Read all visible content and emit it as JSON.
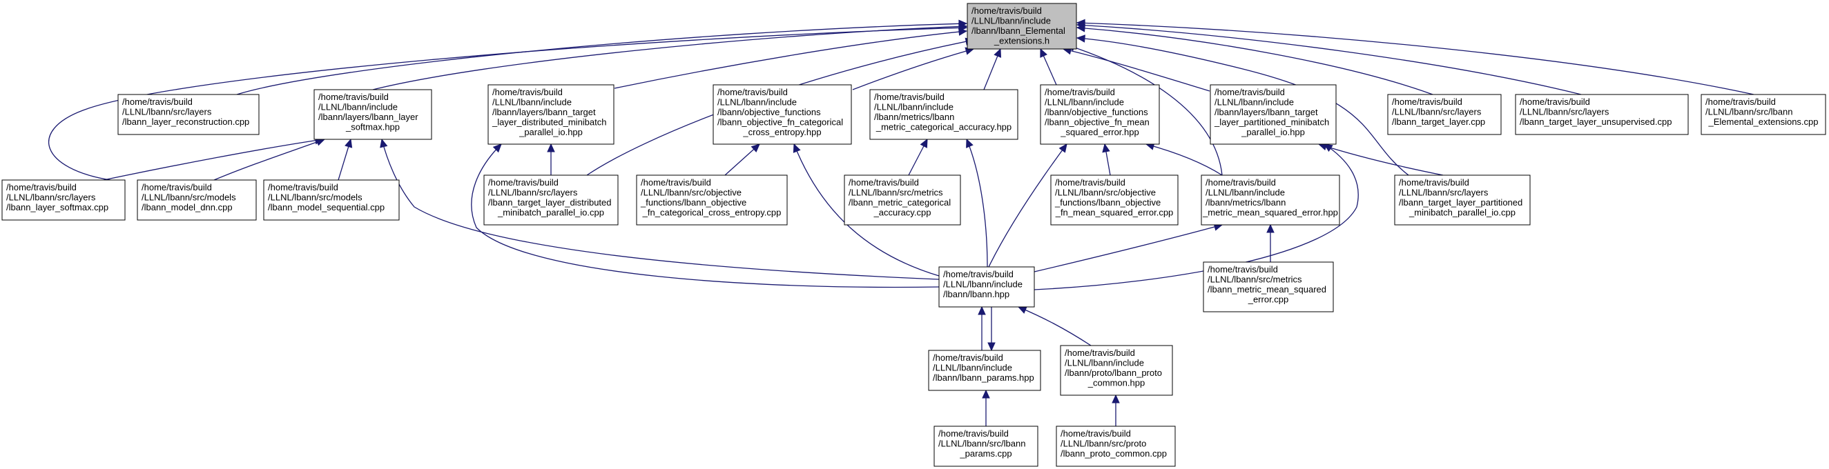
{
  "colors": {
    "edge": "#191970",
    "root_fill": "#bfbfbf",
    "node_fill": "#ffffff",
    "node_border": "#000000"
  },
  "nodes": [
    {
      "id": "root",
      "lines": [
        "/home/travis/build",
        "/LLNL/lbann/include",
        "/lbann/lbann_Elemental",
        "_extensions.h"
      ]
    },
    {
      "id": "layer_reconstruction_cpp",
      "lines": [
        "/home/travis/build",
        "/LLNL/lbann/src/layers",
        "/lbann_layer_reconstruction.cpp"
      ]
    },
    {
      "id": "layer_softmax_hpp",
      "lines": [
        "/home/travis/build",
        "/LLNL/lbann/include",
        "/lbann/layers/lbann_layer",
        "_softmax.hpp"
      ]
    },
    {
      "id": "target_layer_distributed_minibatch_parallel_io_hpp",
      "lines": [
        "/home/travis/build",
        "/LLNL/lbann/include",
        "/lbann/layers/lbann_target",
        "_layer_distributed_minibatch",
        "_parallel_io.hpp"
      ]
    },
    {
      "id": "objective_fn_categorical_cross_entropy_hpp",
      "lines": [
        "/home/travis/build",
        "/LLNL/lbann/include",
        "/lbann/objective_functions",
        "/lbann_objective_fn_categorical",
        "_cross_entropy.hpp"
      ]
    },
    {
      "id": "metric_categorical_accuracy_hpp",
      "lines": [
        "/home/travis/build",
        "/LLNL/lbann/include",
        "/lbann/metrics/lbann",
        "_metric_categorical_accuracy.hpp"
      ]
    },
    {
      "id": "objective_fn_mean_squared_error_hpp",
      "lines": [
        "/home/travis/build",
        "/LLNL/lbann/include",
        "/lbann/objective_functions",
        "/lbann_objective_fn_mean",
        "_squared_error.hpp"
      ]
    },
    {
      "id": "target_layer_partitioned_minibatch_parallel_io_hpp",
      "lines": [
        "/home/travis/build",
        "/LLNL/lbann/include",
        "/lbann/layers/lbann_target",
        "_layer_partitioned_minibatch",
        "_parallel_io.hpp"
      ]
    },
    {
      "id": "target_layer_cpp",
      "lines": [
        "/home/travis/build",
        "/LLNL/lbann/src/layers",
        "/lbann_target_layer.cpp"
      ]
    },
    {
      "id": "target_layer_unsupervised_cpp",
      "lines": [
        "/home/travis/build",
        "/LLNL/lbann/src/layers",
        "/lbann_target_layer_unsupervised.cpp"
      ]
    },
    {
      "id": "elemental_extensions_cpp",
      "lines": [
        "/home/travis/build",
        "/LLNL/lbann/src/lbann",
        "_Elemental_extensions.cpp"
      ]
    },
    {
      "id": "layer_softmax_cpp",
      "lines": [
        "/home/travis/build",
        "/LLNL/lbann/src/layers",
        "/lbann_layer_softmax.cpp"
      ]
    },
    {
      "id": "model_dnn_cpp",
      "lines": [
        "/home/travis/build",
        "/LLNL/lbann/src/models",
        "/lbann_model_dnn.cpp"
      ]
    },
    {
      "id": "model_sequential_cpp",
      "lines": [
        "/home/travis/build",
        "/LLNL/lbann/src/models",
        "/lbann_model_sequential.cpp"
      ]
    },
    {
      "id": "target_layer_distributed_minibatch_parallel_io_cpp",
      "lines": [
        "/home/travis/build",
        "/LLNL/lbann/src/layers",
        "/lbann_target_layer_distributed",
        "_minibatch_parallel_io.cpp"
      ]
    },
    {
      "id": "objective_fn_categorical_cross_entropy_cpp",
      "lines": [
        "/home/travis/build",
        "/LLNL/lbann/src/objective",
        "_functions/lbann_objective",
        "_fn_categorical_cross_entropy.cpp"
      ]
    },
    {
      "id": "metric_categorical_accuracy_cpp",
      "lines": [
        "/home/travis/build",
        "/LLNL/lbann/src/metrics",
        "/lbann_metric_categorical",
        "_accuracy.cpp"
      ]
    },
    {
      "id": "objective_fn_mean_squared_error_cpp",
      "lines": [
        "/home/travis/build",
        "/LLNL/lbann/src/objective",
        "_functions/lbann_objective",
        "_fn_mean_squared_error.cpp"
      ]
    },
    {
      "id": "metric_mean_squared_error_hpp",
      "lines": [
        "/home/travis/build",
        "/LLNL/lbann/include",
        "/lbann/metrics/lbann",
        "_metric_mean_squared_error.hpp"
      ]
    },
    {
      "id": "target_layer_partitioned_minibatch_parallel_io_cpp",
      "lines": [
        "/home/travis/build",
        "/LLNL/lbann/src/layers",
        "/lbann_target_layer_partitioned",
        "_minibatch_parallel_io.cpp"
      ]
    },
    {
      "id": "lbann_hpp",
      "lines": [
        "/home/travis/build",
        "/LLNL/lbann/include",
        "/lbann/lbann.hpp"
      ]
    },
    {
      "id": "metric_mean_squared_error_cpp",
      "lines": [
        "/home/travis/build",
        "/LLNL/lbann/src/metrics",
        "/lbann_metric_mean_squared",
        "_error.cpp"
      ]
    },
    {
      "id": "lbann_params_hpp",
      "lines": [
        "/home/travis/build",
        "/LLNL/lbann/include",
        "/lbann/lbann_params.hpp"
      ]
    },
    {
      "id": "lbann_proto_common_hpp",
      "lines": [
        "/home/travis/build",
        "/LLNL/lbann/include",
        "/lbann/proto/lbann_proto",
        "_common.hpp"
      ]
    },
    {
      "id": "lbann_params_cpp",
      "lines": [
        "/home/travis/build",
        "/LLNL/lbann/src/lbann",
        "_params.cpp"
      ]
    },
    {
      "id": "lbann_proto_common_cpp",
      "lines": [
        "/home/travis/build",
        "/LLNL/lbann/src/proto",
        "/lbann_proto_common.cpp"
      ]
    }
  ],
  "edges": [
    {
      "from": "layer_reconstruction_cpp",
      "to": "root"
    },
    {
      "from": "layer_softmax_hpp",
      "to": "root"
    },
    {
      "from": "target_layer_distributed_minibatch_parallel_io_hpp",
      "to": "root"
    },
    {
      "from": "objective_fn_categorical_cross_entropy_hpp",
      "to": "root"
    },
    {
      "from": "metric_categorical_accuracy_hpp",
      "to": "root"
    },
    {
      "from": "objective_fn_mean_squared_error_hpp",
      "to": "root"
    },
    {
      "from": "target_layer_partitioned_minibatch_parallel_io_hpp",
      "to": "root"
    },
    {
      "from": "target_layer_cpp",
      "to": "root"
    },
    {
      "from": "target_layer_unsupervised_cpp",
      "to": "root"
    },
    {
      "from": "elemental_extensions_cpp",
      "to": "root"
    },
    {
      "from": "layer_softmax_cpp",
      "to": "root"
    },
    {
      "from": "target_layer_distributed_minibatch_parallel_io_cpp",
      "to": "root"
    },
    {
      "from": "metric_mean_squared_error_hpp",
      "to": "root"
    },
    {
      "from": "target_layer_partitioned_minibatch_parallel_io_cpp",
      "to": "root"
    },
    {
      "from": "layer_softmax_cpp",
      "to": "layer_softmax_hpp"
    },
    {
      "from": "model_dnn_cpp",
      "to": "layer_softmax_hpp"
    },
    {
      "from": "model_sequential_cpp",
      "to": "layer_softmax_hpp"
    },
    {
      "from": "lbann_hpp",
      "to": "layer_softmax_hpp"
    },
    {
      "from": "target_layer_distributed_minibatch_parallel_io_cpp",
      "to": "target_layer_distributed_minibatch_parallel_io_hpp"
    },
    {
      "from": "lbann_hpp",
      "to": "target_layer_distributed_minibatch_parallel_io_hpp"
    },
    {
      "from": "objective_fn_categorical_cross_entropy_cpp",
      "to": "objective_fn_categorical_cross_entropy_hpp"
    },
    {
      "from": "lbann_hpp",
      "to": "objective_fn_categorical_cross_entropy_hpp"
    },
    {
      "from": "metric_categorical_accuracy_cpp",
      "to": "metric_categorical_accuracy_hpp"
    },
    {
      "from": "lbann_hpp",
      "to": "metric_categorical_accuracy_hpp"
    },
    {
      "from": "objective_fn_mean_squared_error_cpp",
      "to": "objective_fn_mean_squared_error_hpp"
    },
    {
      "from": "metric_mean_squared_error_hpp",
      "to": "objective_fn_mean_squared_error_hpp"
    },
    {
      "from": "lbann_hpp",
      "to": "objective_fn_mean_squared_error_hpp"
    },
    {
      "from": "target_layer_partitioned_minibatch_parallel_io_cpp",
      "to": "target_layer_partitioned_minibatch_parallel_io_hpp"
    },
    {
      "from": "lbann_hpp",
      "to": "target_layer_partitioned_minibatch_parallel_io_hpp"
    },
    {
      "from": "metric_mean_squared_error_cpp",
      "to": "metric_mean_squared_error_hpp"
    },
    {
      "from": "lbann_hpp",
      "to": "metric_mean_squared_error_hpp"
    },
    {
      "from": "lbann_params_hpp",
      "to": "lbann_hpp"
    },
    {
      "from": "lbann_proto_common_hpp",
      "to": "lbann_hpp"
    },
    {
      "from": "lbann_hpp",
      "to": "lbann_params_hpp"
    },
    {
      "from": "lbann_params_cpp",
      "to": "lbann_params_hpp"
    },
    {
      "from": "lbann_proto_common_cpp",
      "to": "lbann_proto_common_hpp"
    }
  ]
}
